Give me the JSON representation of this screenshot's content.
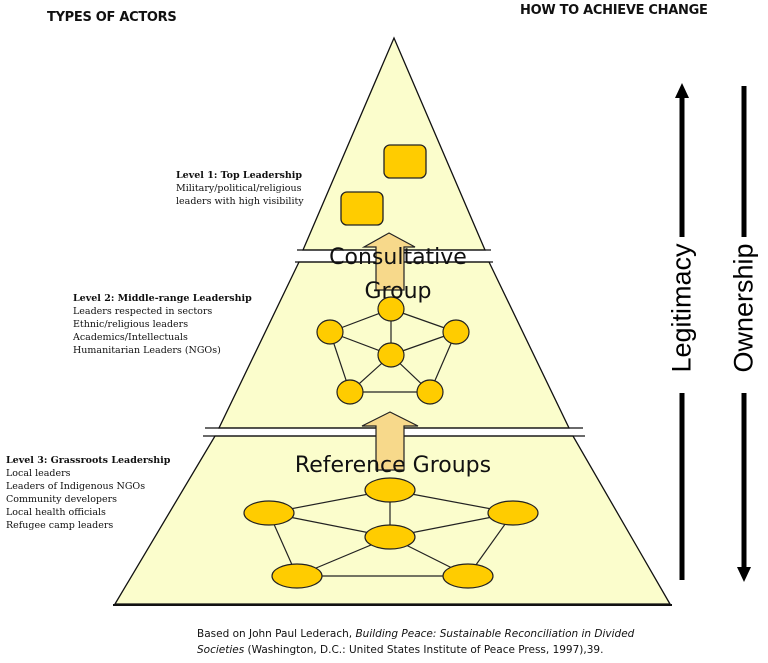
{
  "headers": {
    "left": "TYPES OF ACTORS",
    "right": "HOW TO ACHIEVE CHANGE"
  },
  "levels": [
    {
      "title": "Level 1:  Top Leadership",
      "items": [
        "Military/political/religious",
        "leaders with high visibility"
      ]
    },
    {
      "title": "Level 2:  Middle-range Leadership",
      "items": [
        "Leaders respected in sectors",
        "Ethnic/religious leaders",
        "Academics/Intellectuals",
        "Humanitarian Leaders (NGOs)"
      ]
    },
    {
      "title": "Level 3: Grassroots Leadership",
      "items": [
        "Local leaders",
        "Leaders of Indigenous NGOs",
        "Community developers",
        "Local health officials",
        "Refugee camp leaders"
      ]
    }
  ],
  "pyramid": {
    "mid_label_line1": "Consultative",
    "mid_label_line2": "Group",
    "bottom_label": "Reference Groups"
  },
  "side_arrows": {
    "legitimacy": "Legitimacy",
    "ownership": "Ownership"
  },
  "citation": {
    "prefix": "Based on John Paul Lederach, ",
    "title_part1": "Building Peace:  Sustainable Reconciliation in Divided",
    "title_part2": "Societies",
    "suffix": " (Washington, D.C.: United States Institute of Peace Press, 1997),39."
  },
  "colors": {
    "pyramid_fill": "#fbfdcc",
    "node_fill": "#ffcc00",
    "arrow_fill": "#f7d98b",
    "stroke": "#111111"
  }
}
